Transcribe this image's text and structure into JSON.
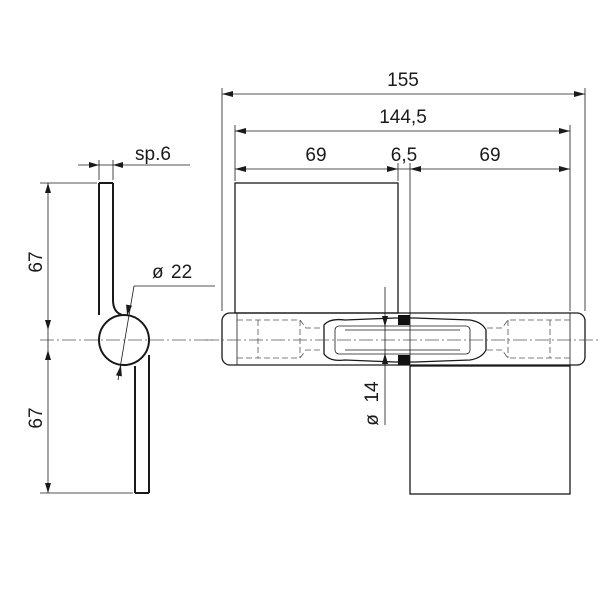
{
  "drawing": {
    "side_view": {
      "thickness_label": "sp.6",
      "height_upper": "67",
      "height_lower": "67",
      "diameter_label": "22"
    },
    "front_view": {
      "overall_length": "155",
      "pin_length": "144,5",
      "leaf_left_width": "69",
      "gap_width": "6,5",
      "leaf_right_width": "69",
      "pin_diameter": "14"
    },
    "diameter_symbol": "ø"
  }
}
